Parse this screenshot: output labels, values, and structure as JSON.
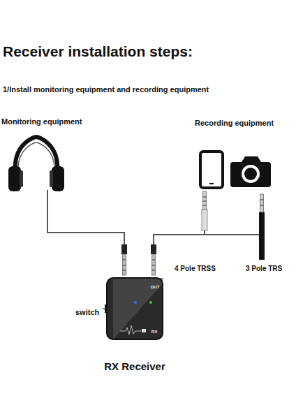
{
  "diagram": {
    "title": "Receiver installation steps:",
    "labels": [
      "1/Install monitoring equipment and recording equipment",
      "Monitoring equipment",
      "Recording equipment",
      "OUT",
      "4 Pole TRSS",
      "3 Pole TRS",
      "switch",
      "RX",
      "RX Receiver"
    ]
  }
}
